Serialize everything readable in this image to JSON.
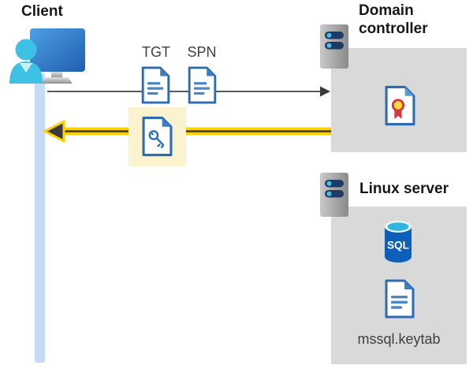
{
  "client": {
    "label": "Client"
  },
  "tickets": {
    "tgt": "TGT",
    "spn": "SPN"
  },
  "domain_controller": {
    "label_line1": "Domain",
    "label_line2": "controller"
  },
  "linux_server": {
    "label": "Linux server",
    "sql_badge": "SQL",
    "keytab_file": "mssql.keytab"
  },
  "icons": {
    "client": "client-computer-with-user-icon",
    "tgt": "document-icon",
    "spn": "document-icon",
    "service_ticket": "key-document-icon",
    "domain_controller": "server-icon",
    "certificate": "certificate-document-icon",
    "linux_server": "server-icon",
    "database": "sql-database-icon",
    "keytab": "document-icon"
  },
  "arrows": {
    "request": "client-to-domain-controller",
    "response": "domain-controller-to-client"
  },
  "colors": {
    "doc_border_blue": "#2b6bb2",
    "doc_fold_blue": "#3c7dc4",
    "doc_line_blue": "#4a86c8",
    "highlight_yellow": "#ffd101",
    "highlight_bg": "#faf3ce",
    "box_gray": "#d9d9d9",
    "timeline_blue": "#c3dbf6",
    "person_cyan": "#3dc1e5",
    "server_bar_navy": "#1e3b66",
    "sql_blue": "#0d5fba",
    "sql_teal": "#2eb7dc",
    "cert_red": "#d6373c",
    "cert_yellow": "#ffda3a",
    "arrow_gray": "#5a5a5c",
    "arrow_dark": "#3a3a3c"
  }
}
